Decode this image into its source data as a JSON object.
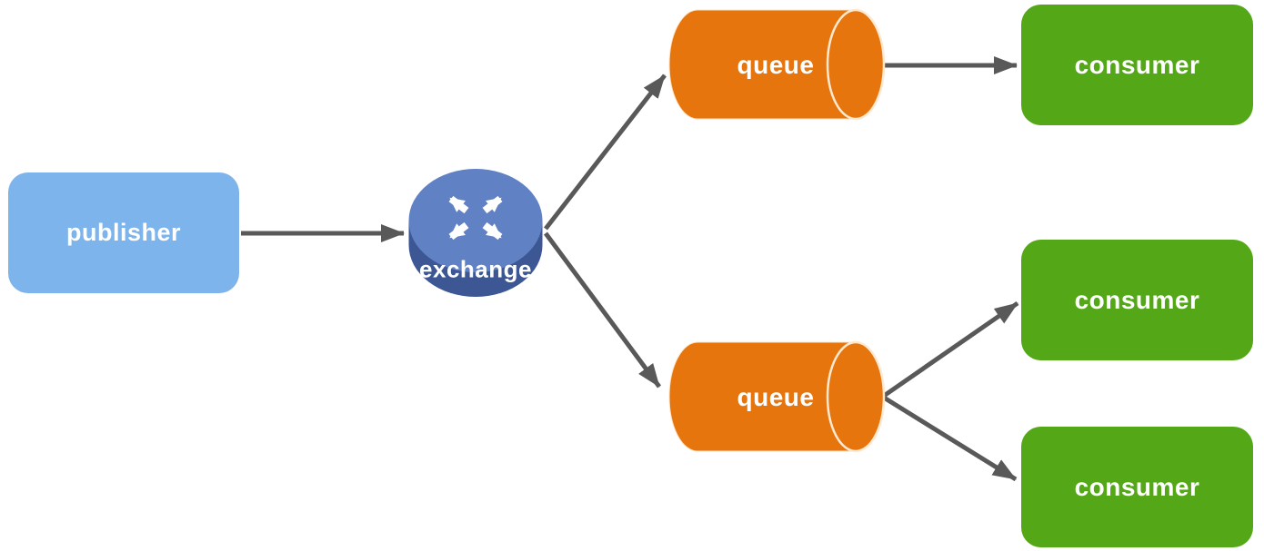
{
  "diagram": {
    "kind": "message-queue-topology",
    "background": "#ffffff",
    "arrow_color": "#595959",
    "nodes": {
      "publisher": {
        "label": "publisher",
        "shape": "rounded-rect",
        "color": "#7eb4ec",
        "text_color": "#ffffff"
      },
      "exchange": {
        "label": "exchange",
        "shape": "router-disc",
        "icon": "crossed-arrows-icon",
        "color_top": "#6181c5",
        "color_body": "#3d5794",
        "text_color": "#ffffff"
      },
      "queue_top": {
        "label": "queue",
        "shape": "horizontal-cylinder",
        "color": "#e7750e",
        "cap_outline": "#ffe9d0",
        "text_color": "#ffffff"
      },
      "queue_bottom": {
        "label": "queue",
        "shape": "horizontal-cylinder",
        "color": "#e7750e",
        "cap_outline": "#ffe9d0",
        "text_color": "#ffffff"
      },
      "consumer_top": {
        "label": "consumer",
        "shape": "rounded-rect",
        "color": "#54a717",
        "text_color": "#ffffff"
      },
      "consumer_middle": {
        "label": "consumer",
        "shape": "rounded-rect",
        "color": "#54a717",
        "text_color": "#ffffff"
      },
      "consumer_bottom": {
        "label": "consumer",
        "shape": "rounded-rect",
        "color": "#54a717",
        "text_color": "#ffffff"
      }
    },
    "edges": [
      {
        "from": "publisher",
        "to": "exchange"
      },
      {
        "from": "exchange",
        "to": "queue_top"
      },
      {
        "from": "exchange",
        "to": "queue_bottom"
      },
      {
        "from": "queue_top",
        "to": "consumer_top"
      },
      {
        "from": "queue_bottom",
        "to": "consumer_middle"
      },
      {
        "from": "queue_bottom",
        "to": "consumer_bottom"
      }
    ]
  }
}
